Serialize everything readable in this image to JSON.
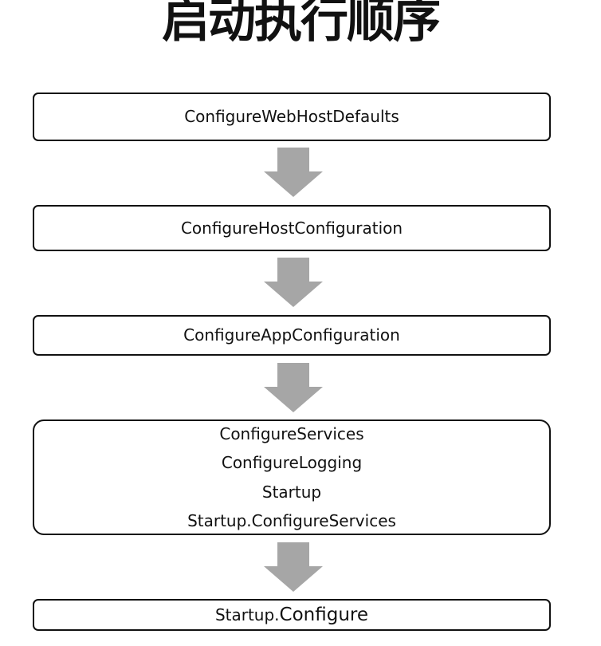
{
  "title": "启动执行顺序",
  "colors": {
    "box_border": "#111111",
    "arrow_fill": "#a6a6a6",
    "background": "#ffffff"
  },
  "steps": [
    {
      "lines": [
        "ConfigureWebHostDefaults"
      ]
    },
    {
      "lines": [
        "ConfigureHostConfiguration"
      ]
    },
    {
      "lines": [
        "ConfigureAppConfiguration"
      ]
    },
    {
      "lines": [
        "ConfigureServices",
        "ConfigureLogging",
        "Startup",
        "Startup.ConfigureServices"
      ]
    },
    {
      "prefix": "Startup.",
      "main": "Configure"
    }
  ],
  "arrows": [
    {
      "icon": "down-arrow-icon"
    },
    {
      "icon": "down-arrow-icon"
    },
    {
      "icon": "down-arrow-icon"
    },
    {
      "icon": "down-arrow-icon"
    }
  ]
}
